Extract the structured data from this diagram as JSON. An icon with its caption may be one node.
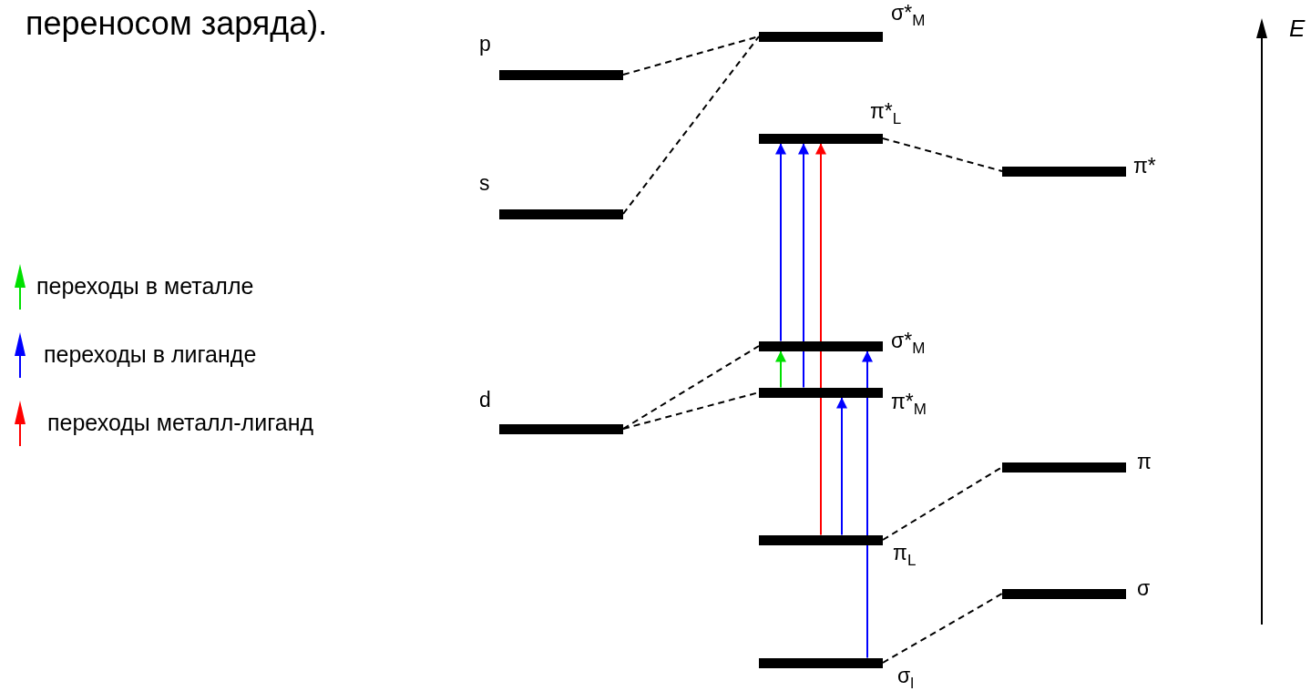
{
  "diagram": {
    "nodes": [
      {
        "text": [],
        "shape": "bar",
        "beside": [
          "p"
        ]
      },
      {
        "text": [],
        "shape": "bar",
        "beside": [
          "s"
        ]
      },
      {
        "text": [],
        "shape": "bar",
        "beside": [
          "d"
        ]
      },
      {
        "text": [],
        "shape": "bar",
        "beside": [
          "σ*$_{M}$"
        ]
      },
      {
        "text": [],
        "shape": "bar",
        "beside": [
          "π*$_{L}$"
        ]
      },
      {
        "text": [],
        "shape": "bar",
        "beside": [
          "σ*$_{M}$"
        ]
      },
      {
        "text": [],
        "shape": "bar",
        "beside": [
          "π*$_{M}$"
        ]
      },
      {
        "text": [],
        "shape": "bar",
        "beside": [
          "π$_{L}$"
        ]
      },
      {
        "text": [],
        "shape": "bar",
        "beside": [
          "σ$_{l}$"
        ]
      },
      {
        "text": [],
        "shape": "bar",
        "beside": [
          "π*"
        ]
      },
      {
        "text": [],
        "shape": "bar",
        "beside": [
          "π"
        ]
      },
      {
        "text": [],
        "shape": "bar",
        "beside": [
          "σ"
        ]
      }
    ],
    "edges": [
      {
        "from": 0,
        "to": 3,
        "arrow": "none",
        "style": "dashed"
      },
      {
        "from": 1,
        "to": 3,
        "arrow": "none",
        "style": "dashed"
      },
      {
        "from": 4,
        "to": 9,
        "arrow": "none",
        "style": "dashed"
      },
      {
        "from": 2,
        "to": 5,
        "arrow": "none",
        "style": "dashed"
      },
      {
        "from": 2,
        "to": 6,
        "arrow": "none",
        "style": "dashed"
      },
      {
        "from": 7,
        "to": 10,
        "arrow": "none",
        "style": "dashed"
      },
      {
        "from": 8,
        "to": 11,
        "arrow": "none",
        "style": "dashed"
      },
      {
        "from": 6,
        "to": 5,
        "arrow": "to",
        "color": "#00e000"
      },
      {
        "from": 5,
        "to": 4,
        "arrow": "to",
        "color": "#0000ff"
      },
      {
        "from": 6,
        "to": 4,
        "arrow": "to",
        "color": "#0000ff"
      },
      {
        "from": 7,
        "to": 4,
        "arrow": "to",
        "color": "#ff0000"
      },
      {
        "from": 7,
        "to": 6,
        "arrow": "to",
        "color": "#0000ff"
      },
      {
        "from": 8,
        "to": 5,
        "arrow": "to",
        "color": "#0000ff"
      }
    ],
    "labels": [
      "переносом заряда).",
      "E"
    ],
    "legend": [
      {
        "text": "переходы в металле"
      },
      {
        "text": "переходы в лиганде"
      },
      {
        "text": "переходы металл-лиганд"
      }
    ]
  }
}
